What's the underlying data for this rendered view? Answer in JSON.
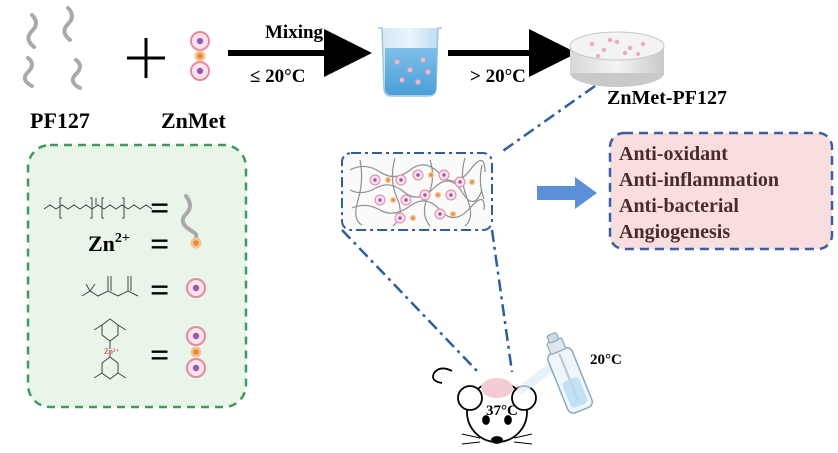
{
  "labels": {
    "pf127": "PF127",
    "znmet": "ZnMet",
    "mixing": "Mixing",
    "temp_low": "≤ 20°C",
    "temp_high": "> 20°C",
    "product": "ZnMet-PF127",
    "spray_temp": "20°C",
    "body_temp": "37°C"
  },
  "legend": {
    "zn_label_base": "Zn",
    "zn_label_sup": "2+",
    "zn_atom_label": "Zn²⁺",
    "equals": "="
  },
  "effects": [
    "Anti-oxidant",
    "Anti-inflammation",
    "Anti-bacterial",
    "Angiogenesis"
  ],
  "colors": {
    "legend_border": "#3f9a5e",
    "legend_fill": "#eaf5ea",
    "effects_border": "#3a5ea5",
    "effects_fill": "#f8dede",
    "effects_text": "#4a2a2a",
    "dashdot": "#2f5d9e",
    "block_arrow": "#5b8fd8",
    "polymer": "#a9a9a9",
    "zn_particle": "#f1a04a",
    "met_ring": "#e58aa5",
    "met_core": "#9b59b6"
  }
}
